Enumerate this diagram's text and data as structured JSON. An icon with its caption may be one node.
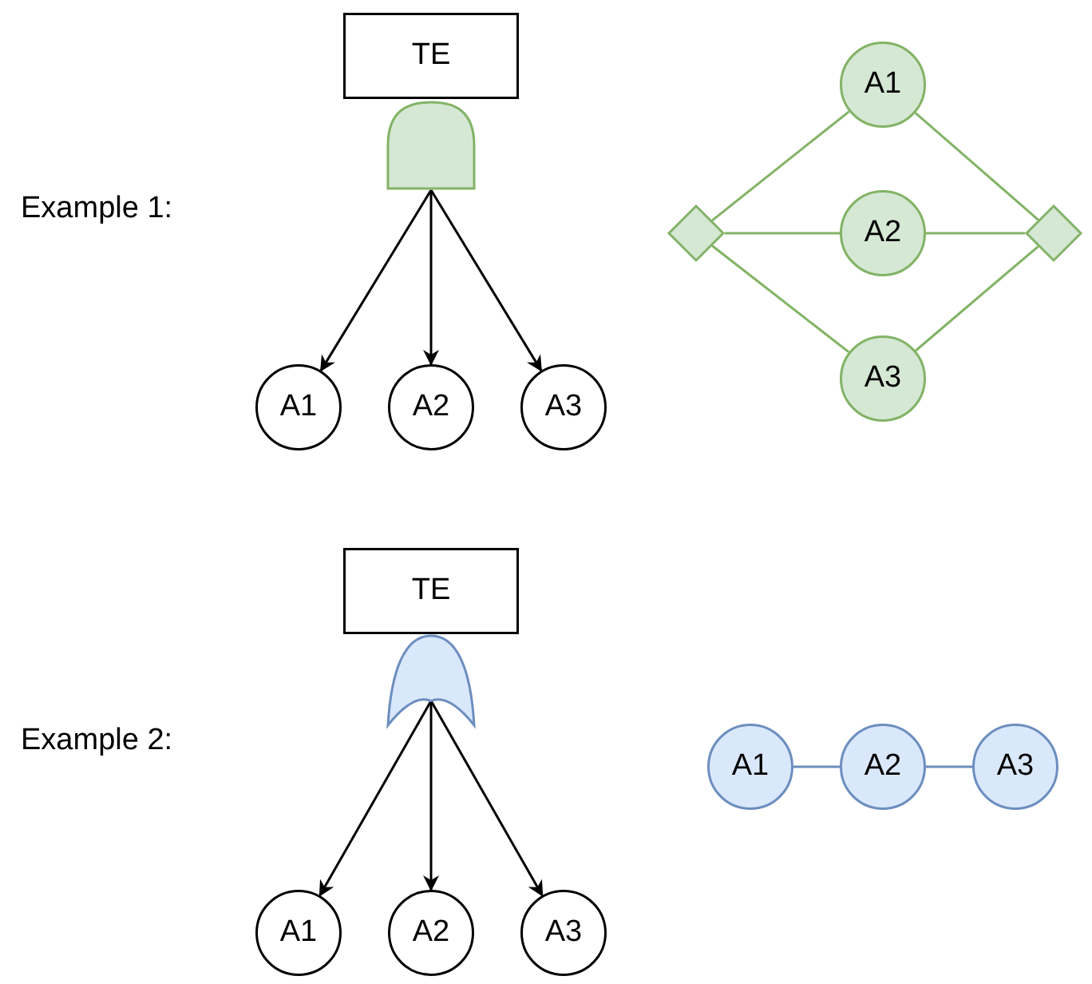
{
  "diagram": {
    "nodes": [
      {
        "text": [
          "TE"
        ]
      },
      {
        "text": [],
        "shape": "gate"
      },
      {
        "text": [
          "A1"
        ]
      },
      {
        "text": [
          "A2"
        ]
      },
      {
        "text": [
          "A3"
        ]
      },
      {
        "text": [],
        "shape": "diamond"
      },
      {
        "text": [
          "A1"
        ]
      },
      {
        "text": [
          "A2"
        ]
      },
      {
        "text": [
          "A3"
        ]
      },
      {
        "text": [],
        "shape": "diamond"
      },
      {
        "text": [
          "TE"
        ]
      },
      {
        "text": [],
        "shape": "gate"
      },
      {
        "text": [
          "A1"
        ]
      },
      {
        "text": [
          "A2"
        ]
      },
      {
        "text": [
          "A3"
        ]
      },
      {
        "text": [
          "A1"
        ]
      },
      {
        "text": [
          "A2"
        ]
      },
      {
        "text": [
          "A3"
        ]
      }
    ],
    "edges": [
      {
        "from": 1,
        "to": 2,
        "arrow": "to"
      },
      {
        "from": 1,
        "to": 3,
        "arrow": "to"
      },
      {
        "from": 1,
        "to": 4,
        "arrow": "to"
      },
      {
        "from": 5,
        "to": 6,
        "arrow": "none",
        "color": "#82b366"
      },
      {
        "from": 5,
        "to": 7,
        "arrow": "none",
        "color": "#82b366"
      },
      {
        "from": 5,
        "to": 8,
        "arrow": "none",
        "color": "#82b366"
      },
      {
        "from": 6,
        "to": 9,
        "arrow": "none",
        "color": "#82b366"
      },
      {
        "from": 7,
        "to": 9,
        "arrow": "none",
        "color": "#82b366"
      },
      {
        "from": 8,
        "to": 9,
        "arrow": "none",
        "color": "#82b366"
      },
      {
        "from": 11,
        "to": 12,
        "arrow": "to"
      },
      {
        "from": 11,
        "to": 13,
        "arrow": "to"
      },
      {
        "from": 11,
        "to": 14,
        "arrow": "to"
      },
      {
        "from": 15,
        "to": 16,
        "arrow": "none",
        "color": "#6c8ebf"
      },
      {
        "from": 16,
        "to": 17,
        "arrow": "none",
        "color": "#6c8ebf"
      }
    ],
    "labels": [
      "Example 1:",
      "Example 2:"
    ]
  }
}
